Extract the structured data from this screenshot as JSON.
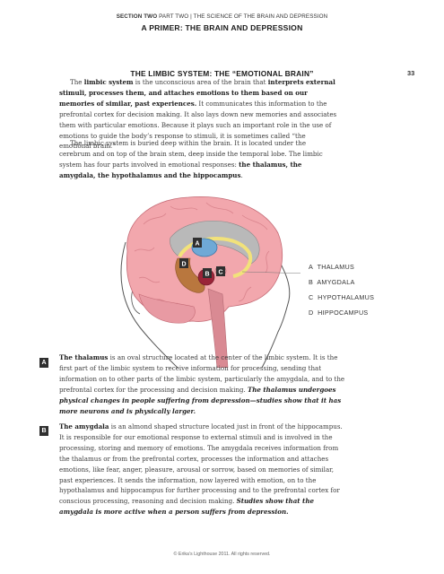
{
  "header": {
    "section_label": "SECTION TWO",
    "section_sub": "PART TWO  |  THE SCIENCE OF THE BRAIN AND DEPRESSION",
    "title": "A PRIMER: THE BRAIN AND DEPRESSION",
    "page_number": "33"
  },
  "section": {
    "heading": "THE LIMBIC SYSTEM: THE “EMOTIONAL BRAIN”",
    "intro": {
      "lead": "The ",
      "term": "limbic system",
      "mid": " is the unconscious area of the brain that ",
      "bold": "interprets external stimuli, processes them, and attaches emotions to them based on our memories of similar, past experiences.",
      "rest": " It communicates this information to the prefrontal cortex for decision making. It also lays down new memories and associates them with particular emotions. Because it plays such an important role in the use of emotions to guide the body’s response to stimuli, it is sometimes called “the emotional brain.”"
    },
    "paragraph2": "The limbic system is buried deep within the brain. It is located under the cerebrum and on top of the brain stem, deep inside the temporal lobe. The limbic system has four parts involved in emotional responses: ",
    "paragraph2_bold": "the thalamus, the amygdala, the hypothalamus and the hippocampus",
    "paragraph2_end": "."
  },
  "diagram": {
    "labels": [
      "A",
      "B",
      "C",
      "D"
    ],
    "legend": [
      {
        "letter": "A",
        "name": "THALAMUS"
      },
      {
        "letter": "B",
        "name": "AMYGDALA"
      },
      {
        "letter": "C",
        "name": "HYPOTHALAMUS"
      },
      {
        "letter": "D",
        "name": "HIPPOCAMPUS"
      }
    ],
    "colors": {
      "brain": "#f2a7ad",
      "brain_dark": "#d9838c",
      "head_outline": "#555555",
      "thalamus": "#6fa9d6",
      "amygdala": "#9a2438",
      "hippocampus": "#b9773e",
      "limbic_ring": "#f2e27a",
      "badge": "#2f2f2f"
    }
  },
  "body": {
    "a": {
      "badge": "A",
      "term": "The thalamus",
      "text": " is an oval structure located at the center of the limbic system. It is the first part of the limbic system to receive information for processing, sending that information on to other parts of the limbic system, particularly the amygdala, and to the prefrontal cortex for the processing and decision making. ",
      "emph": "The thalamus undergoes physical changes in people suffering from depression—studies show that it has more neurons and is physically larger."
    },
    "b": {
      "badge": "B",
      "term": "The amygdala",
      "text": " is an almond shaped structure located just in front of the hippocampus. It is responsible for our emotional response to external stimuli and is involved in the processing, storing and memory of emotions. The amygdala receives information from the thalamus or from the prefrontal cortex, processes the information and attaches emotions, like fear, anger, pleasure, arousal or sorrow, based on memories of similar, past experiences. It sends the information, now layered with emotion, on to the hypothalamus and hippocampus for further processing and to the prefrontal cortex for conscious processing, reasoning and decision making. ",
      "emph": "Studies show that the amygdala is more active when a person suffers from depression."
    }
  },
  "footer": "© Erika’s Lighthouse 2011. All rights reserved."
}
